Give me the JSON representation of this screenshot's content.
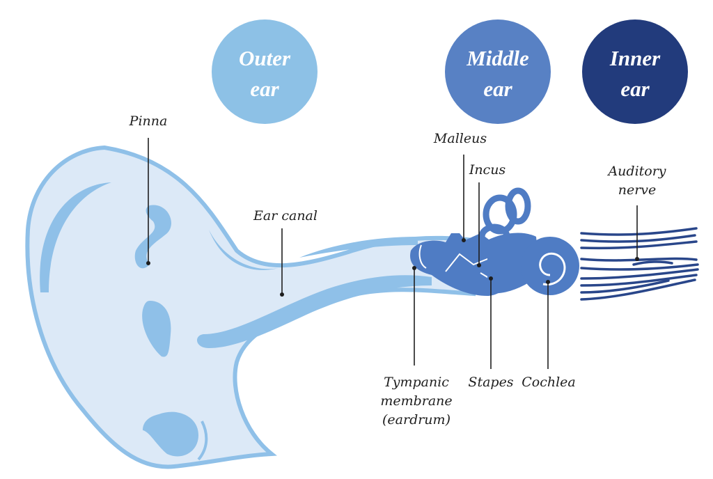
{
  "sections": [
    {
      "line1": "Outer",
      "line2": "ear",
      "color": "#8dc1e6"
    },
    {
      "line1": "Middle",
      "line2": "ear",
      "color": "#5881c4"
    },
    {
      "line1": "Inner",
      "line2": "ear",
      "color": "#223b7c"
    }
  ],
  "labels": {
    "pinna": "Pinna",
    "ear_canal": "Ear canal",
    "malleus": "Malleus",
    "incus": "Incus",
    "auditory_nerve": [
      "Auditory",
      "nerve"
    ],
    "tympanic_membrane": [
      "Tympanic",
      "membrane",
      "(eardrum)"
    ],
    "stapes": "Stapes",
    "cochlea": "Cochlea"
  },
  "colors": {
    "outer_fill": "#dce9f7",
    "outer_accent": "#8fc0e8",
    "middle_fill": "#4f7cc4",
    "nerve": "#29468a"
  }
}
